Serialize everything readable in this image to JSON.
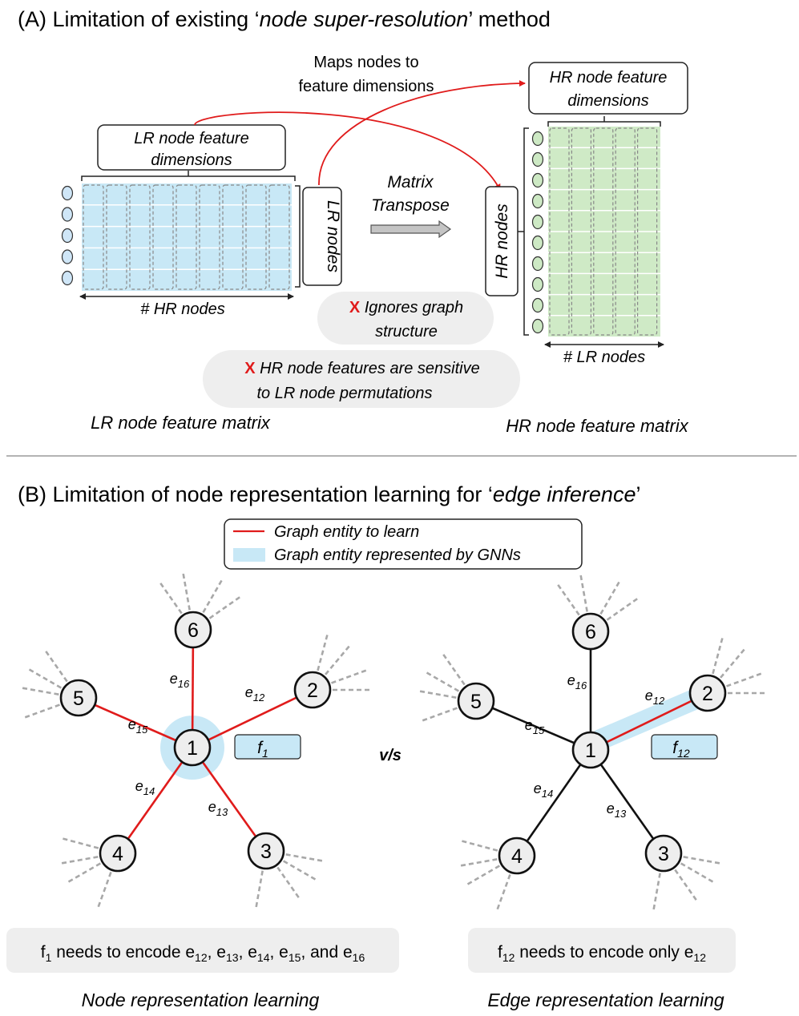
{
  "panelA": {
    "title_prefix": "(A) Limitation of existing ‘",
    "title_italic": "node super-resolution",
    "title_suffix": "’ method",
    "maps_line1": "Maps nodes to",
    "maps_line2": "feature dimensions",
    "lr_box_line1": "LR node feature",
    "lr_box_line2": "dimensions",
    "hr_box_line1": "HR node feature",
    "hr_box_line2": "dimensions",
    "lr_nodes": "LR nodes",
    "hr_nodes": "HR nodes",
    "hr_count_label": "# HR nodes",
    "lr_count_label": "# LR nodes",
    "transpose_line1": "Matrix",
    "transpose_line2": "Transpose",
    "x_mark": "X",
    "note1_line1": "Ignores graph",
    "note1_line2": "structure",
    "note2_line1": "HR node features are sensitive",
    "note2_line2": "to LR node permutations",
    "lr_matrix_caption": "LR node feature matrix",
    "hr_matrix_caption": "HR node feature matrix"
  },
  "panelB": {
    "title_prefix": "(B) Limitation of node representation learning for ‘",
    "title_italic": "edge inference",
    "title_suffix": "’",
    "legend_red": "Graph entity to learn",
    "legend_blue": "Graph entity represented by GNNs",
    "vs": "v/s",
    "nodes": [
      "1",
      "2",
      "3",
      "4",
      "5",
      "6"
    ],
    "edge_labels": [
      "e",
      "12",
      "13",
      "14",
      "15",
      "16"
    ],
    "left_feature": {
      "base": "f",
      "sub": "1"
    },
    "right_feature": {
      "base": "f",
      "sub": "12"
    },
    "left_caption": {
      "f": "f",
      "f_sub": "1",
      "text": " needs to encode e",
      "s1": "12",
      ", ": ", ",
      "s2": "13",
      "s3": "14",
      "s4": "15",
      "and": ", and e",
      "s5": "16"
    },
    "right_caption": {
      "f": "f",
      "f_sub": "12",
      "text": " needs to encode only e",
      "s1": "12"
    },
    "left_title": "Node representation learning",
    "right_title": "Edge representation learning"
  },
  "colors": {
    "red": "#e01b1b",
    "blue_fill": "#c8e8f6",
    "green_fill": "#cfeac6",
    "node_blue": "#cfe6f7",
    "node_green": "#cde9c4",
    "gray_pill": "#eeeeee",
    "gray_dash": "#a8a8a8",
    "divider": "#9a9a9a"
  }
}
